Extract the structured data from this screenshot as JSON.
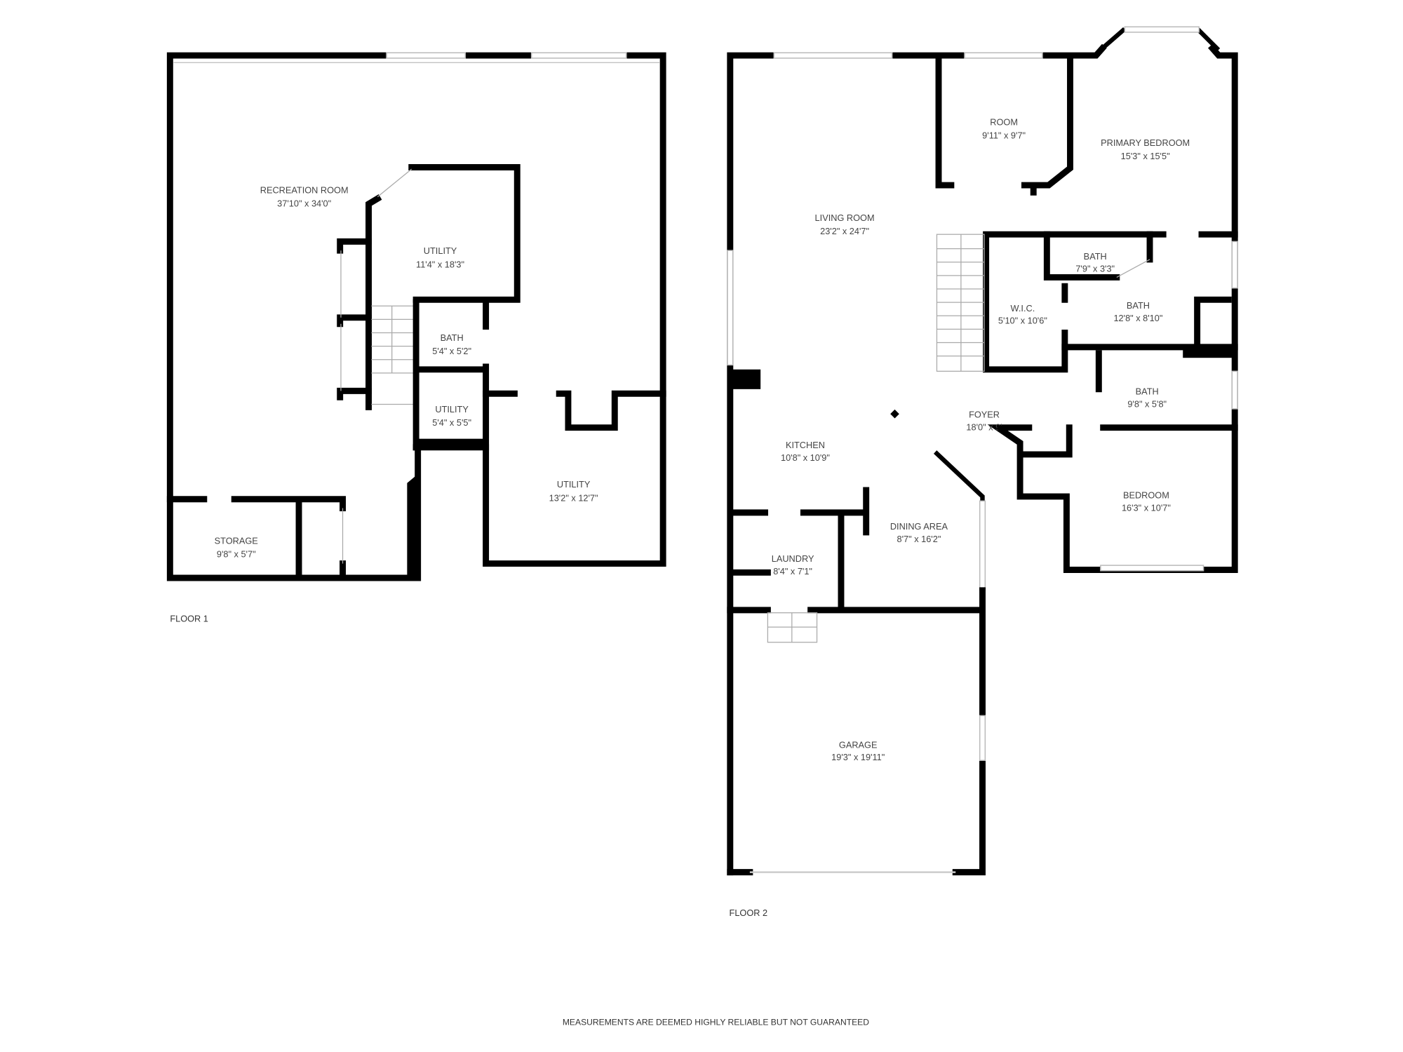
{
  "floor1": {
    "label": "FLOOR 1",
    "rooms": [
      {
        "name": "RECREATION ROOM",
        "dims": "37'10\" x 34'0\""
      },
      {
        "name": "UTILITY",
        "dims": "11'4\" x 18'3\""
      },
      {
        "name": "BATH",
        "dims": "5'4\" x 5'2\""
      },
      {
        "name": "UTILITY",
        "dims": "5'4\" x 5'5\""
      },
      {
        "name": "UTILITY",
        "dims": "13'2\" x 12'7\""
      },
      {
        "name": "STORAGE",
        "dims": "9'8\" x 5'7\""
      }
    ]
  },
  "floor2": {
    "label": "FLOOR 2",
    "rooms": [
      {
        "name": "ROOM",
        "dims": "9'11\" x 9'7\""
      },
      {
        "name": "PRIMARY BEDROOM",
        "dims": "15'3\" x 15'5\""
      },
      {
        "name": "LIVING ROOM",
        "dims": "23'2\" x 24'7\""
      },
      {
        "name": "BATH",
        "dims": "7'9\" x 3'3\""
      },
      {
        "name": "W.I.C.",
        "dims": "5'10\" x 10'6\""
      },
      {
        "name": "BATH",
        "dims": "12'8\" x 8'10\""
      },
      {
        "name": "BATH",
        "dims": "9'8\" x 5'8\""
      },
      {
        "name": "FOYER",
        "dims": "18'0\" x 9'"
      },
      {
        "name": "KITCHEN",
        "dims": "10'8\" x 10'9\""
      },
      {
        "name": "BEDROOM",
        "dims": "16'3\" x 10'7\""
      },
      {
        "name": "DINING AREA",
        "dims": "8'7\" x 16'2\""
      },
      {
        "name": "LAUNDRY",
        "dims": "8'4\" x 7'1\""
      },
      {
        "name": "GARAGE",
        "dims": "19'3\" x 19'11\""
      }
    ]
  },
  "disclaimer": "MEASUREMENTS ARE DEEMED HIGHLY RELIABLE BUT NOT GUARANTEED"
}
